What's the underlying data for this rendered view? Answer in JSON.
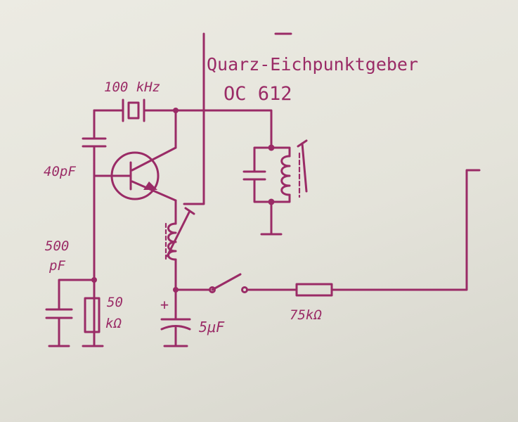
{
  "diagram": {
    "title": "Quarz-Eichpunktgeber",
    "transistor": "OC 612",
    "labels": {
      "crystal": "100 kHz",
      "cap_base": "40pF",
      "cap_500_a": "500",
      "cap_500_b": "pF",
      "res_50_a": "50",
      "res_50_b": "kΩ",
      "electrolytic": "5μF",
      "polarity": "+",
      "res_75": "75kΩ"
    },
    "ink_color": "#9a2b66",
    "paper_color": "#e9e8e0"
  }
}
